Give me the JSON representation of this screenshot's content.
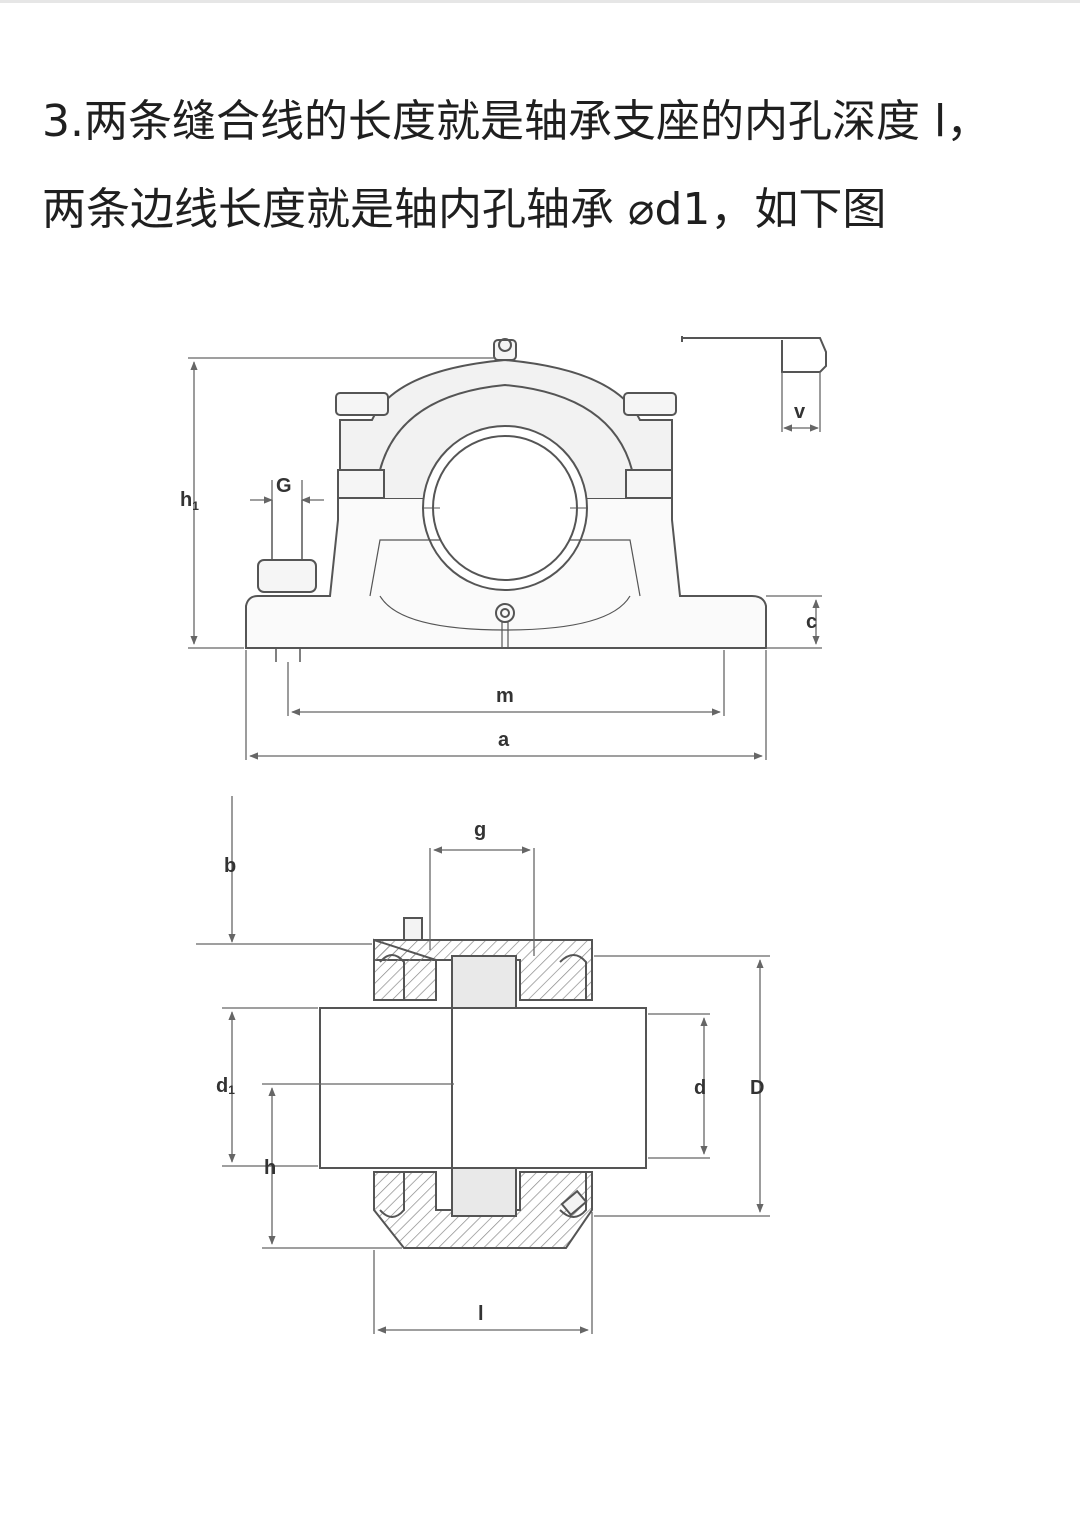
{
  "paragraph": {
    "line1": "3.两条缝合线的长度就是轴承支座的内孔深度 l，",
    "line2": "两条边线长度就是轴内孔轴承 ⌀d1，如下图"
  },
  "front_view": {
    "labels": {
      "h1": "h",
      "h1_sub": "1",
      "G": "G",
      "v": "v",
      "c": "c",
      "m": "m",
      "a": "a"
    }
  },
  "section_view": {
    "labels": {
      "g": "g",
      "b": "b",
      "d1": "d",
      "d1_sub": "1",
      "d": "d",
      "D": "D",
      "h": "h",
      "l": "l"
    }
  },
  "colors": {
    "line": "#555555",
    "dim": "#666666",
    "hatch": "#888888"
  }
}
